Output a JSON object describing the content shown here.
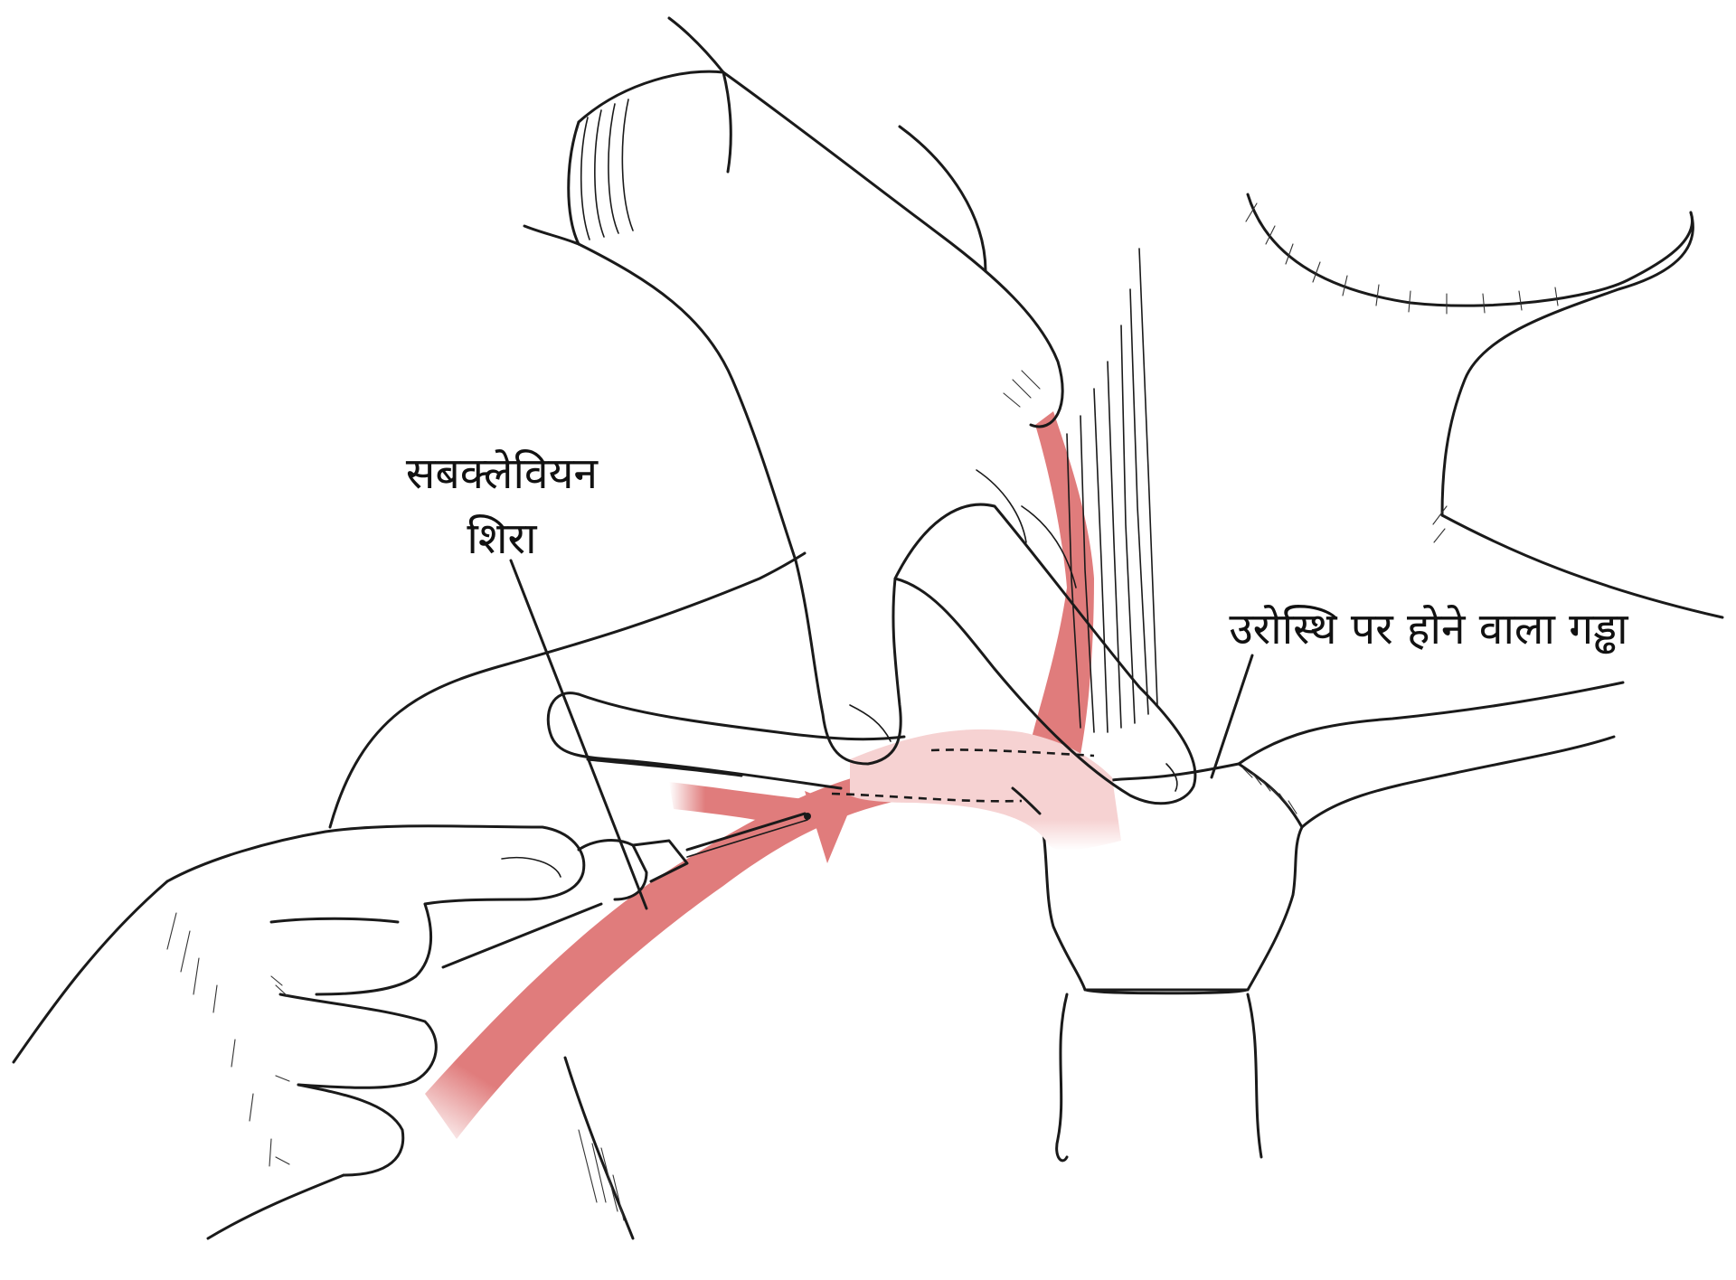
{
  "labels": {
    "subclavian_line1": "सबक्लेवियन",
    "subclavian_line2": "शिरा",
    "sternal_notch": "उरोस्थि पर होने वाला गड्ढा"
  },
  "colors": {
    "vein": "#e07c7c",
    "vein_light": "#f6d2d2",
    "ink": "#1a1a1a",
    "background": "#ffffff"
  }
}
